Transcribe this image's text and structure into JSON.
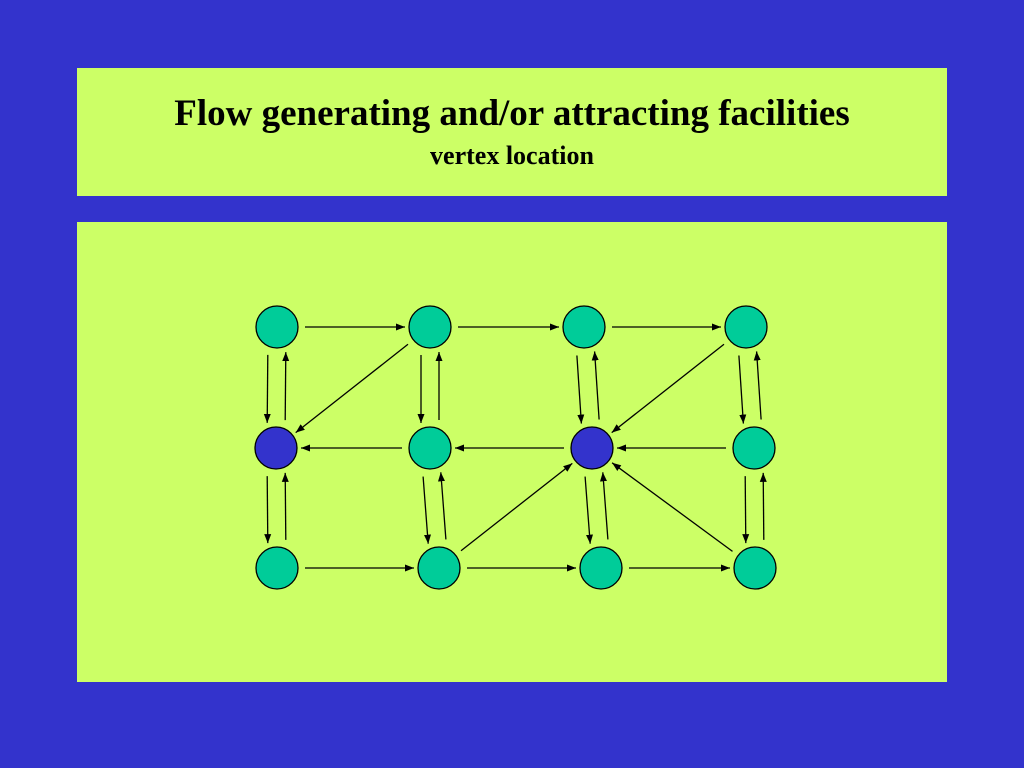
{
  "slide": {
    "background_color": "#3333CC",
    "panel_color": "#CCFF66",
    "title": "Flow generating and/or attracting facilities",
    "subtitle": "vertex location"
  },
  "graph": {
    "node_colors": {
      "regular": "#00CC99",
      "facility": "#3333CC"
    },
    "nodes": [
      {
        "id": "r0c0",
        "kind": "regular"
      },
      {
        "id": "r0c1",
        "kind": "regular"
      },
      {
        "id": "r0c2",
        "kind": "regular"
      },
      {
        "id": "r0c3",
        "kind": "regular"
      },
      {
        "id": "r1c0",
        "kind": "facility"
      },
      {
        "id": "r1c1",
        "kind": "regular"
      },
      {
        "id": "r1c2",
        "kind": "facility"
      },
      {
        "id": "r1c3",
        "kind": "regular"
      },
      {
        "id": "r2c0",
        "kind": "regular"
      },
      {
        "id": "r2c1",
        "kind": "regular"
      },
      {
        "id": "r2c2",
        "kind": "regular"
      },
      {
        "id": "r2c3",
        "kind": "regular"
      }
    ],
    "edges": [
      {
        "from": "r0c0",
        "to": "r0c1"
      },
      {
        "from": "r0c1",
        "to": "r0c2"
      },
      {
        "from": "r0c2",
        "to": "r0c3"
      },
      {
        "from": "r0c0",
        "to": "r1c0"
      },
      {
        "from": "r1c0",
        "to": "r0c0"
      },
      {
        "from": "r0c1",
        "to": "r1c0"
      },
      {
        "from": "r0c1",
        "to": "r1c1"
      },
      {
        "from": "r1c1",
        "to": "r0c1"
      },
      {
        "from": "r0c2",
        "to": "r1c2"
      },
      {
        "from": "r1c2",
        "to": "r0c2"
      },
      {
        "from": "r0c3",
        "to": "r1c2"
      },
      {
        "from": "r0c3",
        "to": "r1c3"
      },
      {
        "from": "r1c3",
        "to": "r0c3"
      },
      {
        "from": "r1c1",
        "to": "r1c0"
      },
      {
        "from": "r1c2",
        "to": "r1c1"
      },
      {
        "from": "r1c3",
        "to": "r1c2"
      },
      {
        "from": "r1c0",
        "to": "r2c0"
      },
      {
        "from": "r2c0",
        "to": "r1c0"
      },
      {
        "from": "r1c1",
        "to": "r2c1"
      },
      {
        "from": "r2c1",
        "to": "r1c1"
      },
      {
        "from": "r2c1",
        "to": "r1c2"
      },
      {
        "from": "r1c2",
        "to": "r2c2"
      },
      {
        "from": "r2c2",
        "to": "r1c2"
      },
      {
        "from": "r2c3",
        "to": "r1c2"
      },
      {
        "from": "r1c3",
        "to": "r2c3"
      },
      {
        "from": "r2c3",
        "to": "r1c3"
      },
      {
        "from": "r2c0",
        "to": "r2c1"
      },
      {
        "from": "r2c1",
        "to": "r2c2"
      },
      {
        "from": "r2c2",
        "to": "r2c3"
      }
    ]
  }
}
